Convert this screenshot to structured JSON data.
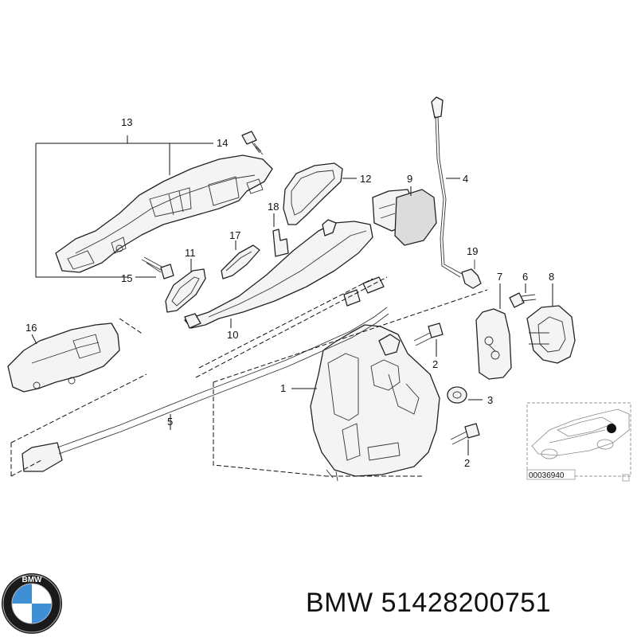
{
  "diagram": {
    "callouts": {
      "c1": "1",
      "c2a": "2",
      "c2b": "2",
      "c3": "3",
      "c4": "4",
      "c5": "5",
      "c6": "6",
      "c7": "7",
      "c8": "8",
      "c9": "9",
      "c10": "10",
      "c11": "11",
      "c12": "12",
      "c13": "13",
      "c14": "14",
      "c15": "15",
      "c16": "16",
      "c17": "17",
      "c18": "18",
      "c19": "19"
    },
    "thumbnail": {
      "code": "00036940"
    }
  },
  "brand": {
    "logo_text": "BMW",
    "name": "BMW",
    "part_number": "51428200751"
  },
  "colors": {
    "logo_blue": "#3f8fd6",
    "logo_ring": "#1a1a1a"
  }
}
